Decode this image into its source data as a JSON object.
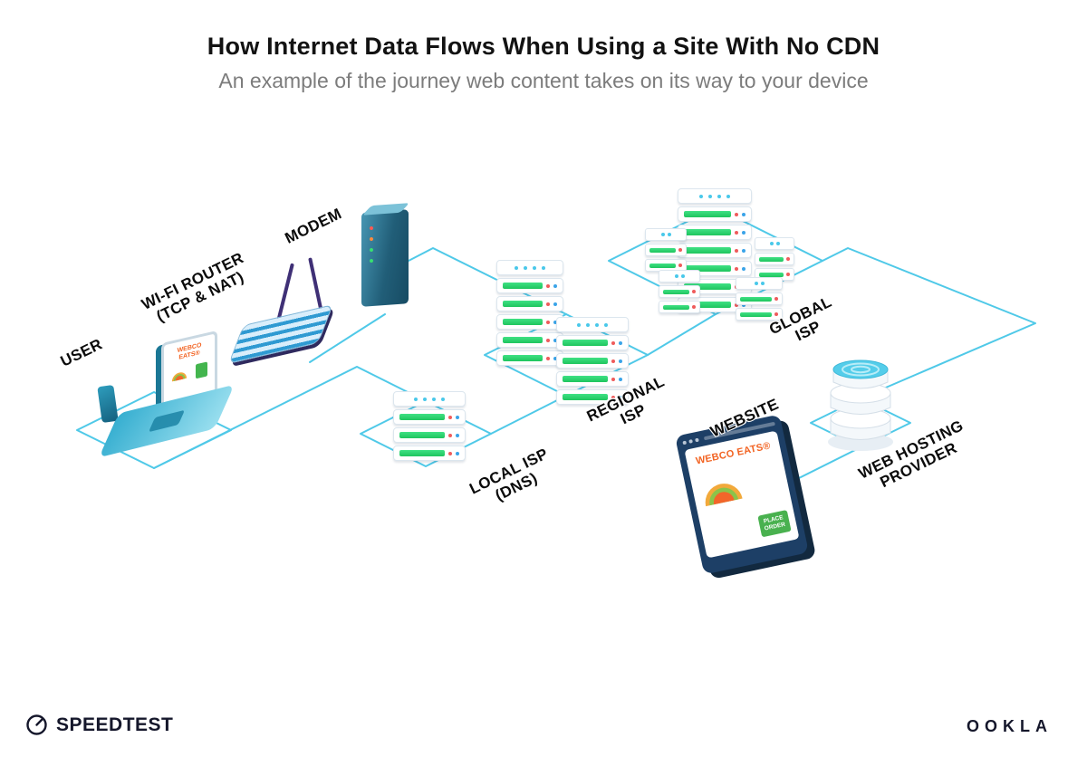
{
  "header": {
    "title": "How Internet Data Flows When Using a Site With No CDN",
    "subtitle": "An example of the journey web content takes on its way to your device"
  },
  "nodes": {
    "user": {
      "label": "USER"
    },
    "router": {
      "label_line1": "WI-FI ROUTER",
      "label_line2": "(TCP & NAT)"
    },
    "modem": {
      "label": "MODEM"
    },
    "local_isp": {
      "label_line1": "LOCAL ISP",
      "label_line2": "(DNS)"
    },
    "regional_isp": {
      "label_line1": "REGIONAL",
      "label_line2": "ISP"
    },
    "global_isp": {
      "label_line1": "GLOBAL",
      "label_line2": "ISP"
    },
    "website": {
      "label": "WEBSITE"
    },
    "hosting": {
      "label_line1": "WEB HOSTING",
      "label_line2": "PROVIDER"
    }
  },
  "website_page": {
    "brand": "WEBCO EATS®",
    "button_line1": "PLACE",
    "button_line2": "ORDER"
  },
  "laptop_screen": {
    "brand": "WEBCO EATS®"
  },
  "footer": {
    "speedtest": "SPEEDTEST",
    "ookla": "OOKLA"
  },
  "icons": {
    "taco": "taco-icon",
    "gauge": "speedtest-gauge-icon"
  },
  "colors": {
    "line": "#4fc9e8",
    "server_green": "#2ad065",
    "brand_orange": "#f26322",
    "navy": "#1d3f66"
  }
}
